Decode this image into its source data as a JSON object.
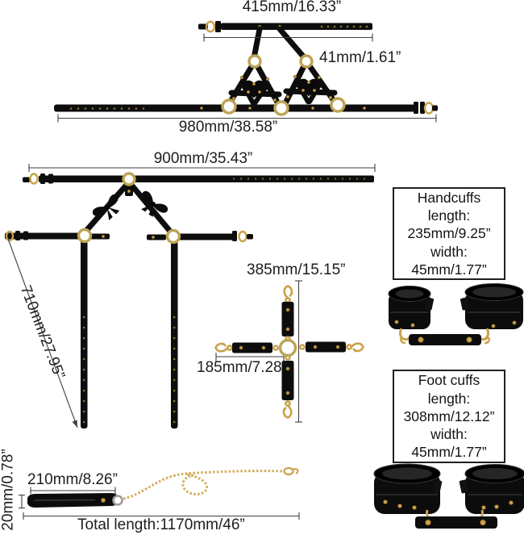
{
  "colors": {
    "strap_black": "#0d0d0d",
    "hardware_gold": "#c9a24b",
    "dimension_line": "#3f3f3f",
    "text": "#1d1d1d",
    "background": "#ffffff"
  },
  "annotations": {
    "top_harness": {
      "top_width": "415mm/16.33”",
      "strap_width": "41mm/1.61”",
      "total_width": "980mm/38.58”"
    },
    "garter_harness": {
      "waist_width": "900mm/35.43”",
      "leg_length": "710mm/27.95”"
    },
    "hogtie_cross": {
      "height": "385mm/15.15”",
      "arm_length": "185mm/7.28”"
    },
    "leash": {
      "handle_length": "210mm/8.26”",
      "handle_width": "20mm/0.78”",
      "total_length": "Total length:1170mm/46”"
    }
  },
  "spec_boxes": {
    "handcuffs": {
      "title": "Handcuffs",
      "length_label": "length:",
      "length_value": "235mm/9.25”",
      "width_label": "width:",
      "width_value": "45mm/1.77”"
    },
    "footcuffs": {
      "title": "Foot cuffs",
      "length_label": "length:",
      "length_value": "308mm/12.12”",
      "width_label": "width:",
      "width_value": "45mm/1.77”"
    }
  }
}
